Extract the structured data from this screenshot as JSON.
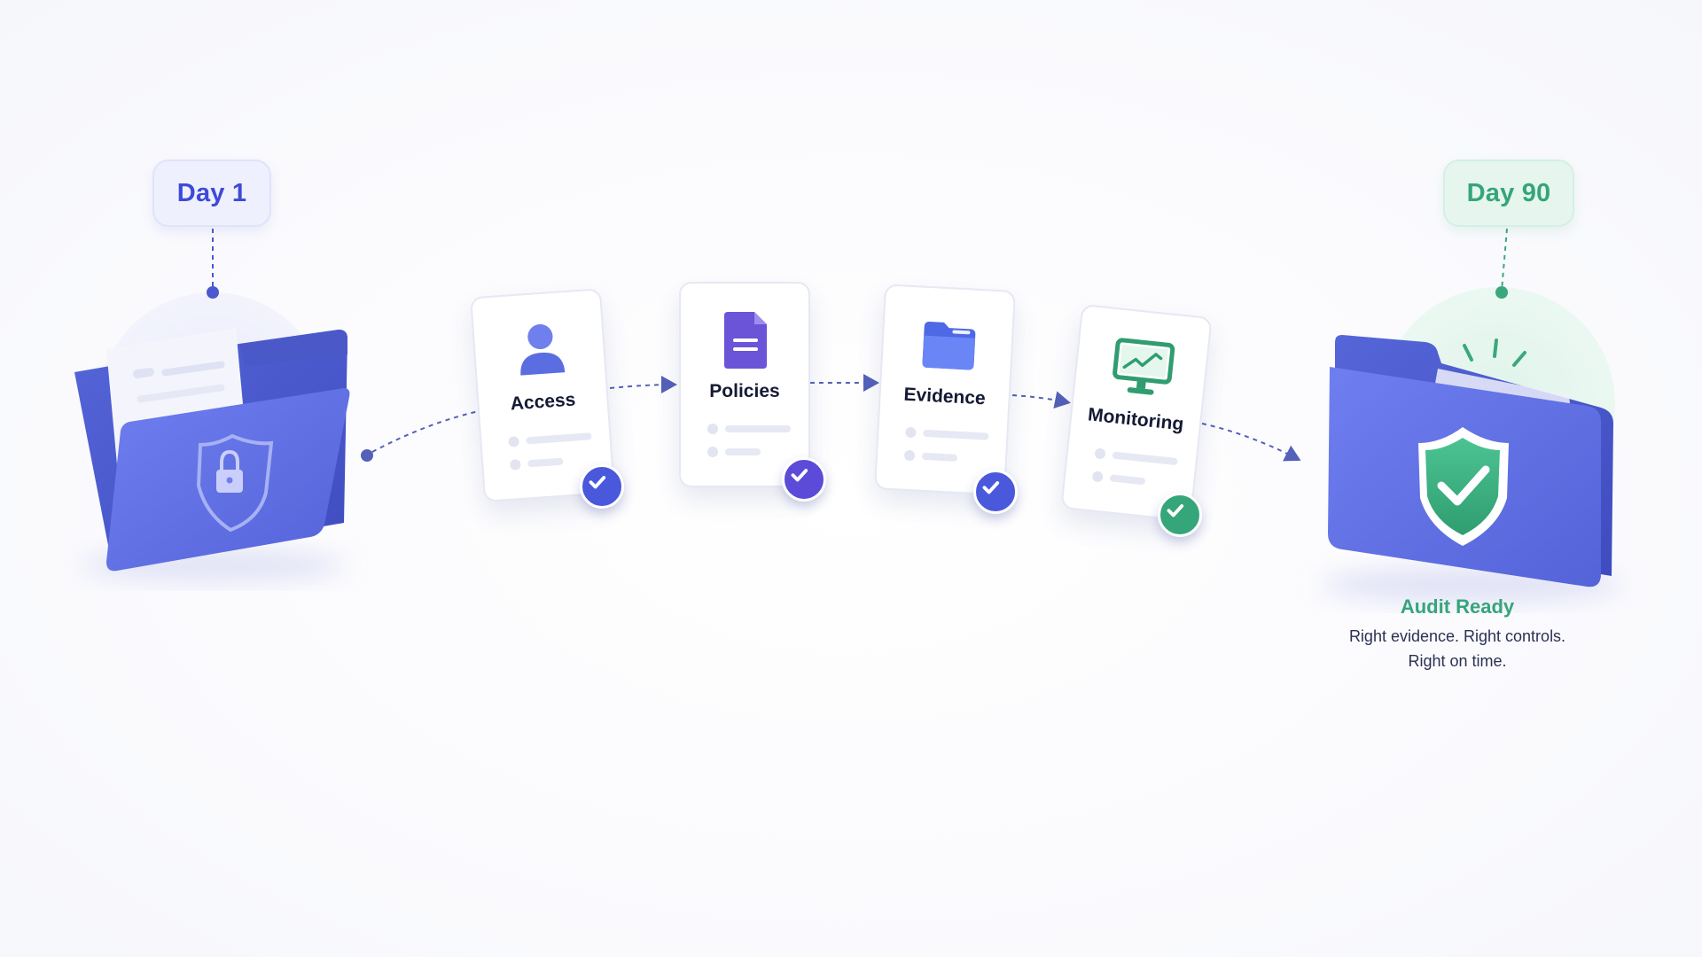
{
  "start": {
    "label": "Day 1"
  },
  "end": {
    "label": "Day 90"
  },
  "steps": [
    {
      "label": "Access",
      "icon": "user-icon",
      "status": "complete"
    },
    {
      "label": "Policies",
      "icon": "document-icon",
      "status": "complete"
    },
    {
      "label": "Evidence",
      "icon": "folder-icon",
      "status": "complete"
    },
    {
      "label": "Monitoring",
      "icon": "monitor-chart-icon",
      "status": "complete"
    }
  ],
  "outcome": {
    "title": "Audit Ready",
    "line1": "Right evidence. Right controls.",
    "line2": "Right on time."
  },
  "colors": {
    "primary": "#5b6ee1",
    "primary_dark": "#4655c9",
    "purple": "#6b54d8",
    "green": "#35a57a",
    "connector": "#5361b8"
  }
}
